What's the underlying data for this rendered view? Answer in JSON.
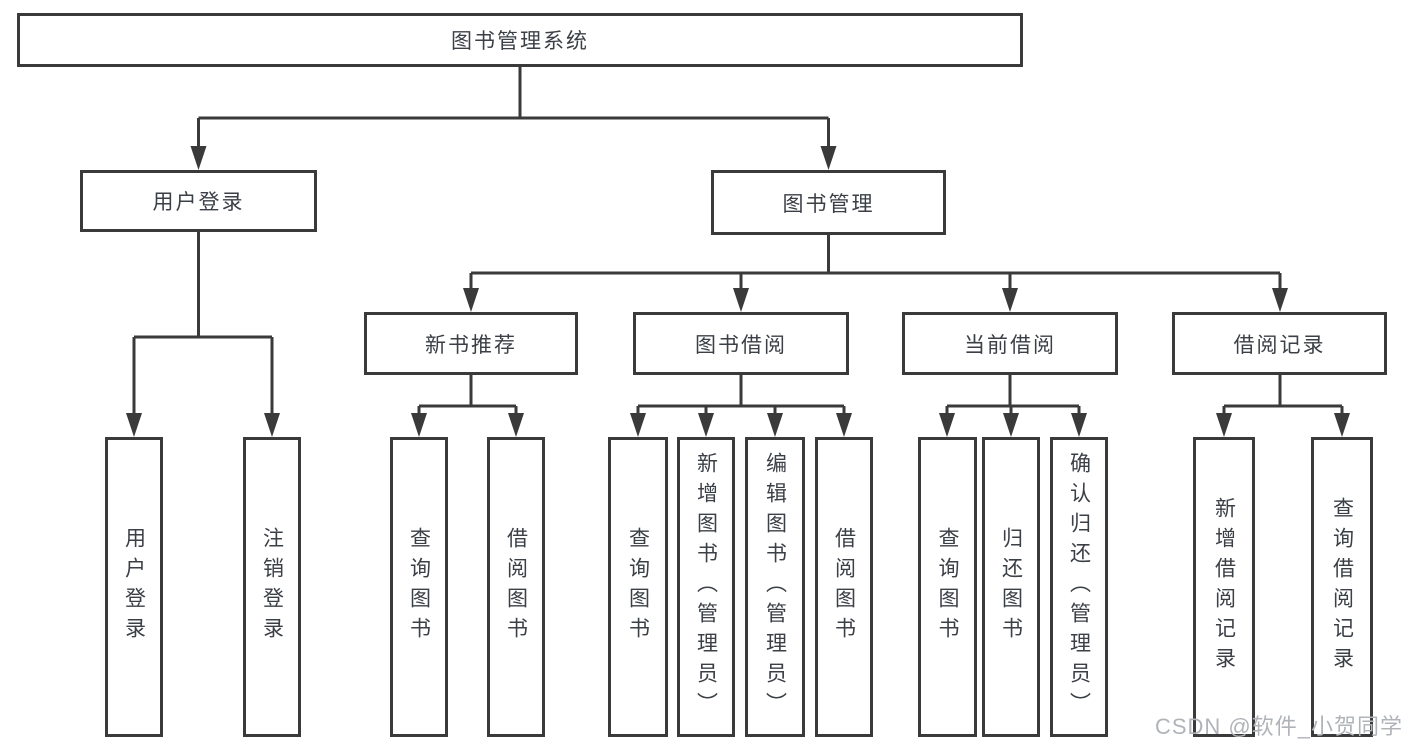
{
  "diagram": {
    "title": "图书管理系统",
    "colors": {
      "line": "#3a3a3a",
      "box_border": "#3a3a3a",
      "text": "#3b3f46",
      "background": "#ffffff",
      "watermark": "#b0b4b9"
    },
    "nodes": {
      "root": {
        "label": "图书管理系统"
      },
      "level2": [
        {
          "label": "用户登录"
        },
        {
          "label": "图书管理"
        }
      ],
      "level3": [
        {
          "label": "新书推荐"
        },
        {
          "label": "图书借阅"
        },
        {
          "label": "当前借阅"
        },
        {
          "label": "借阅记录"
        }
      ],
      "leaves": [
        {
          "label": "用户登录"
        },
        {
          "label": "注销登录"
        },
        {
          "label": "查询图书"
        },
        {
          "label": "借阅图书"
        },
        {
          "label": "查询图书"
        },
        {
          "label": "新增图书（管理员）"
        },
        {
          "label": "编辑图书（管理员）"
        },
        {
          "label": "借阅图书"
        },
        {
          "label": "查询图书"
        },
        {
          "label": "归还图书"
        },
        {
          "label": "确认归还（管理员）"
        },
        {
          "label": "新增借阅记录"
        },
        {
          "label": "查询借阅记录"
        }
      ]
    },
    "watermark": "CSDN @软件_小贺同学"
  }
}
